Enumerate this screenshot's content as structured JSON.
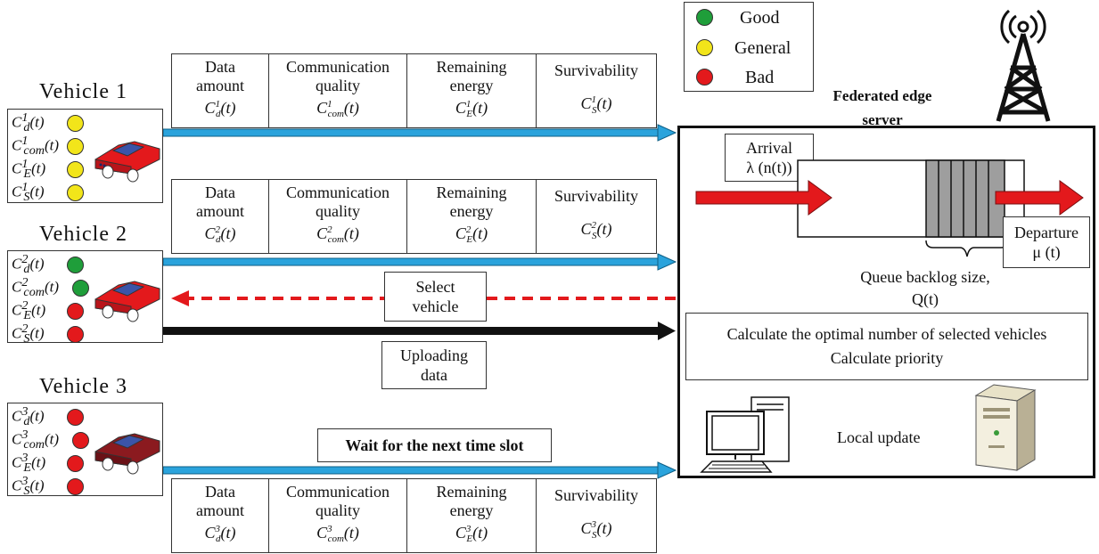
{
  "legend": [
    {
      "label": "Good",
      "color": "#1f9e3a"
    },
    {
      "label": "General",
      "color": "#f2e51a"
    },
    {
      "label": "Bad",
      "color": "#e3191c"
    }
  ],
  "server": {
    "title_line1": "Federated edge",
    "title_line2": "server",
    "arrival_line1": "Arrival",
    "arrival_line2": "λ (n(t))",
    "departure_line1": "Departure",
    "departure_line2": "μ (t)",
    "queue_line1": "Queue backlog size,",
    "queue_line2": "Q(t)",
    "calc_line1": "Calculate the optimal number of selected vehicles",
    "calc_line2": "Calculate priority",
    "local_update": "Local update"
  },
  "vehicles": [
    {
      "title": "Vehicle 1",
      "index": "1",
      "states": [
        "#f2e51a",
        "#f2e51a",
        "#f2e51a",
        "#f2e51a"
      ],
      "car_color": "#e3191c"
    },
    {
      "title": "Vehicle 2",
      "index": "2",
      "states": [
        "#1f9e3a",
        "#1f9e3a",
        "#e3191c",
        "#e3191c"
      ],
      "car_color": "#e3191c"
    },
    {
      "title": "Vehicle 3",
      "index": "3",
      "states": [
        "#e3191c",
        "#e3191c",
        "#e3191c",
        "#e3191c"
      ],
      "car_color": "#8b1a1f"
    }
  ],
  "metrics": {
    "data_amount_1": "Data",
    "data_amount_2": "amount",
    "comm_1": "Communication",
    "comm_2": "quality",
    "energy_1": "Remaining",
    "energy_2": "energy",
    "surv": "Survivability"
  },
  "labels": {
    "select_1": "Select",
    "select_2": "vehicle",
    "upload_1": "Uploading",
    "upload_2": "data",
    "wait": "Wait for the next time slot"
  }
}
